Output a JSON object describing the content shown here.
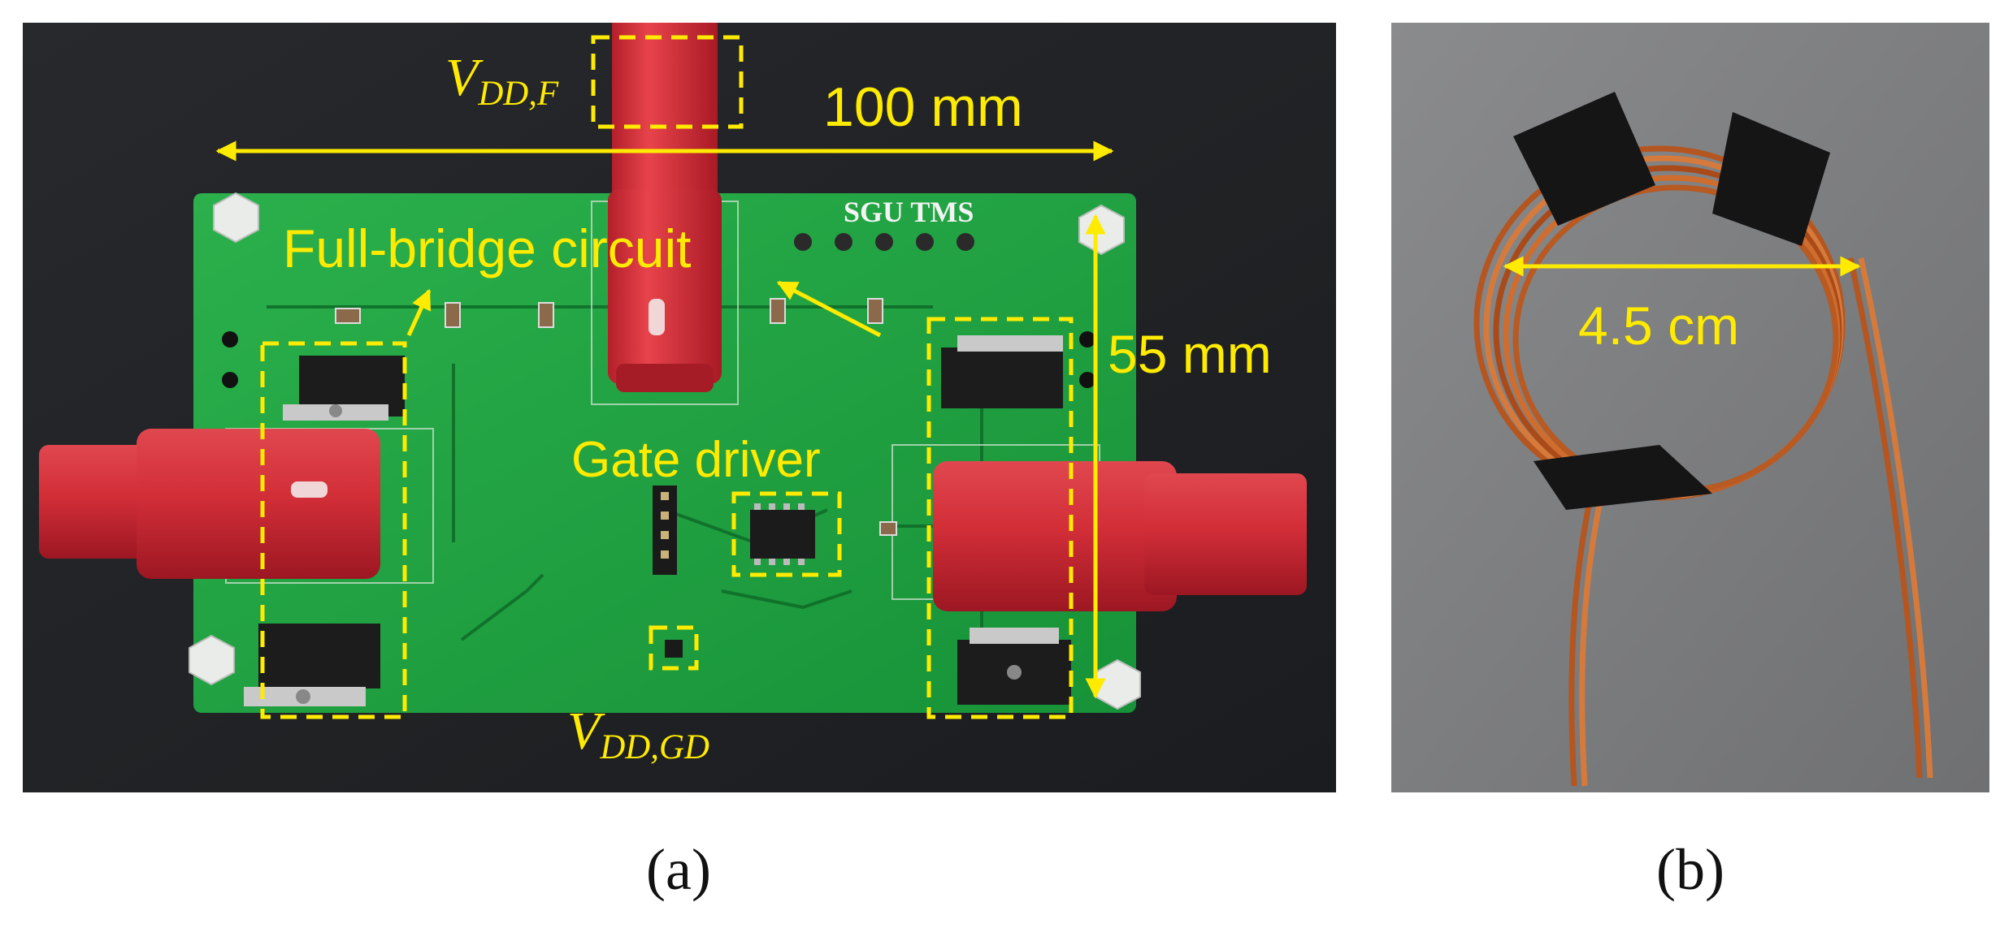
{
  "figure": {
    "panel_a": {
      "caption": "(a)",
      "labels": {
        "vdd_f_main": "V",
        "vdd_f_sub": "DD,F",
        "width_dim": "100 mm",
        "height_dim": "55 mm",
        "full_bridge": "Full-bridge circuit",
        "gate_driver": "Gate driver",
        "vdd_gd_main": "V",
        "vdd_gd_sub": "DD,GD"
      },
      "silkscreen": {
        "logo": "SGU TMS"
      }
    },
    "panel_b": {
      "caption": "(b)",
      "labels": {
        "diameter_dim": "4.5 cm"
      }
    },
    "colors": {
      "annotation": "#ffeb00",
      "pcb_green": "#1fa042",
      "connector_red": "#d8323a",
      "copper": "#c0602a"
    }
  }
}
